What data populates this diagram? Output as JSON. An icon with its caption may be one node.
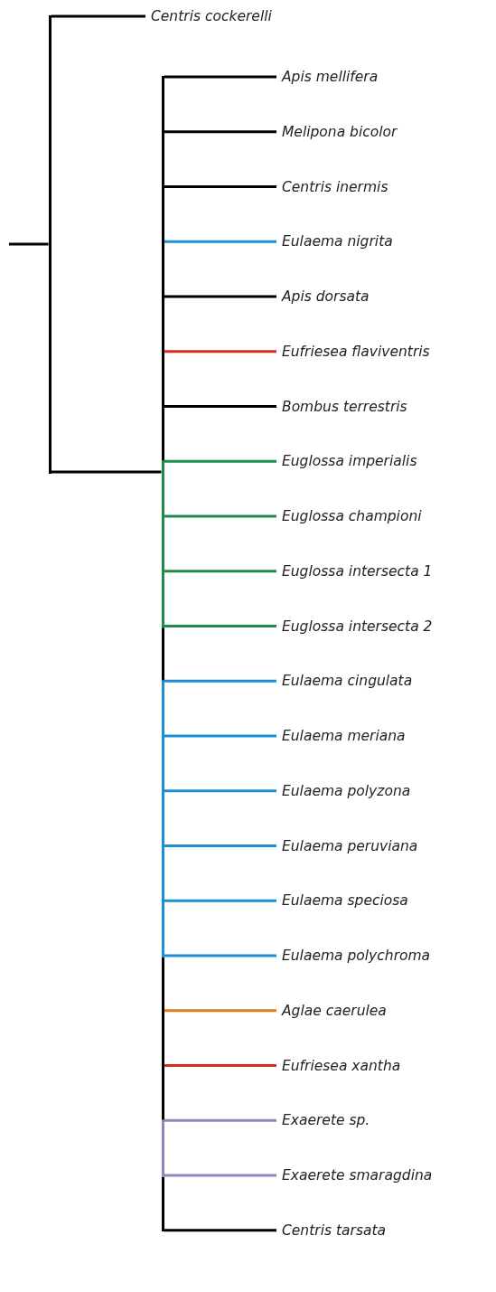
{
  "diagram": {
    "nodes": [
      {
        "text": [],
        "shape": "bar"
      },
      {
        "text": [
          "Centris cockerelli"
        ]
      },
      {
        "text": [],
        "shape": "bar"
      },
      {
        "text": [
          "Apis mellifera"
        ]
      },
      {
        "text": [
          "Melipona bicolor"
        ]
      },
      {
        "text": [
          "Centris inermis"
        ]
      },
      {
        "text": [
          "Eulaema nigrita"
        ]
      },
      {
        "text": [
          "Apis dorsata"
        ]
      },
      {
        "text": [
          "Eufriesea flaviventris"
        ]
      },
      {
        "text": [
          "Bombus terrestris"
        ]
      },
      {
        "text": [
          "Euglossa imperialis"
        ]
      },
      {
        "text": [
          "Euglossa championi"
        ]
      },
      {
        "text": [
          "Euglossa intersecta 1"
        ]
      },
      {
        "text": [
          "Euglossa intersecta 2"
        ]
      },
      {
        "text": [
          "Eulaema cingulata"
        ]
      },
      {
        "text": [
          "Eulaema meriana"
        ]
      },
      {
        "text": [
          "Eulaema polyzona"
        ]
      },
      {
        "text": [
          "Eulaema peruviana"
        ]
      },
      {
        "text": [
          "Eulaema speciosa"
        ]
      },
      {
        "text": [
          "Eulaema polychroma"
        ]
      },
      {
        "text": [
          "Aglae caerulea"
        ]
      },
      {
        "text": [
          "Eufriesea xantha"
        ]
      },
      {
        "text": [
          "Exaerete sp."
        ]
      },
      {
        "text": [
          "Exaerete smaragdina"
        ]
      },
      {
        "text": [
          "Centris tarsata"
        ]
      }
    ],
    "edges": [
      {
        "from": null,
        "to": 0,
        "arrow": "none"
      },
      {
        "from": 0,
        "to": 1,
        "arrow": "none"
      },
      {
        "from": 0,
        "to": 2,
        "arrow": "none"
      },
      {
        "from": 2,
        "to": 3,
        "arrow": "none"
      },
      {
        "from": 2,
        "to": 4,
        "arrow": "none"
      },
      {
        "from": 2,
        "to": 5,
        "arrow": "none"
      },
      {
        "from": 2,
        "to": 6,
        "arrow": "none",
        "color": "#1a8fd6"
      },
      {
        "from": 2,
        "to": 7,
        "arrow": "none"
      },
      {
        "from": 2,
        "to": 8,
        "arrow": "none",
        "color": "#d62b1f"
      },
      {
        "from": 2,
        "to": 9,
        "arrow": "none"
      },
      {
        "from": 2,
        "to": 10,
        "arrow": "none",
        "color": "#1e8c4a"
      },
      {
        "from": 2,
        "to": 11,
        "arrow": "none",
        "color": "#1e8c4a"
      },
      {
        "from": 2,
        "to": 12,
        "arrow": "none",
        "color": "#1e8c4a"
      },
      {
        "from": 2,
        "to": 13,
        "arrow": "none",
        "color": "#1e8c4a"
      },
      {
        "from": 2,
        "to": 14,
        "arrow": "none",
        "color": "#1a8fd6"
      },
      {
        "from": 2,
        "to": 15,
        "arrow": "none",
        "color": "#1a8fd6"
      },
      {
        "from": 2,
        "to": 16,
        "arrow": "none",
        "color": "#1a8fd6"
      },
      {
        "from": 2,
        "to": 17,
        "arrow": "none",
        "color": "#1a8fd6"
      },
      {
        "from": 2,
        "to": 18,
        "arrow": "none",
        "color": "#1a8fd6"
      },
      {
        "from": 2,
        "to": 19,
        "arrow": "none",
        "color": "#1a8fd6"
      },
      {
        "from": 2,
        "to": 20,
        "arrow": "none",
        "color": "#e07b22"
      },
      {
        "from": 2,
        "to": 21,
        "arrow": "none",
        "color": "#d62b1f"
      },
      {
        "from": 2,
        "to": 22,
        "arrow": "none",
        "color": "#8c87b8"
      },
      {
        "from": 2,
        "to": 23,
        "arrow": "none",
        "color": "#8c87b8"
      },
      {
        "from": 2,
        "to": 24,
        "arrow": "none"
      }
    ]
  }
}
